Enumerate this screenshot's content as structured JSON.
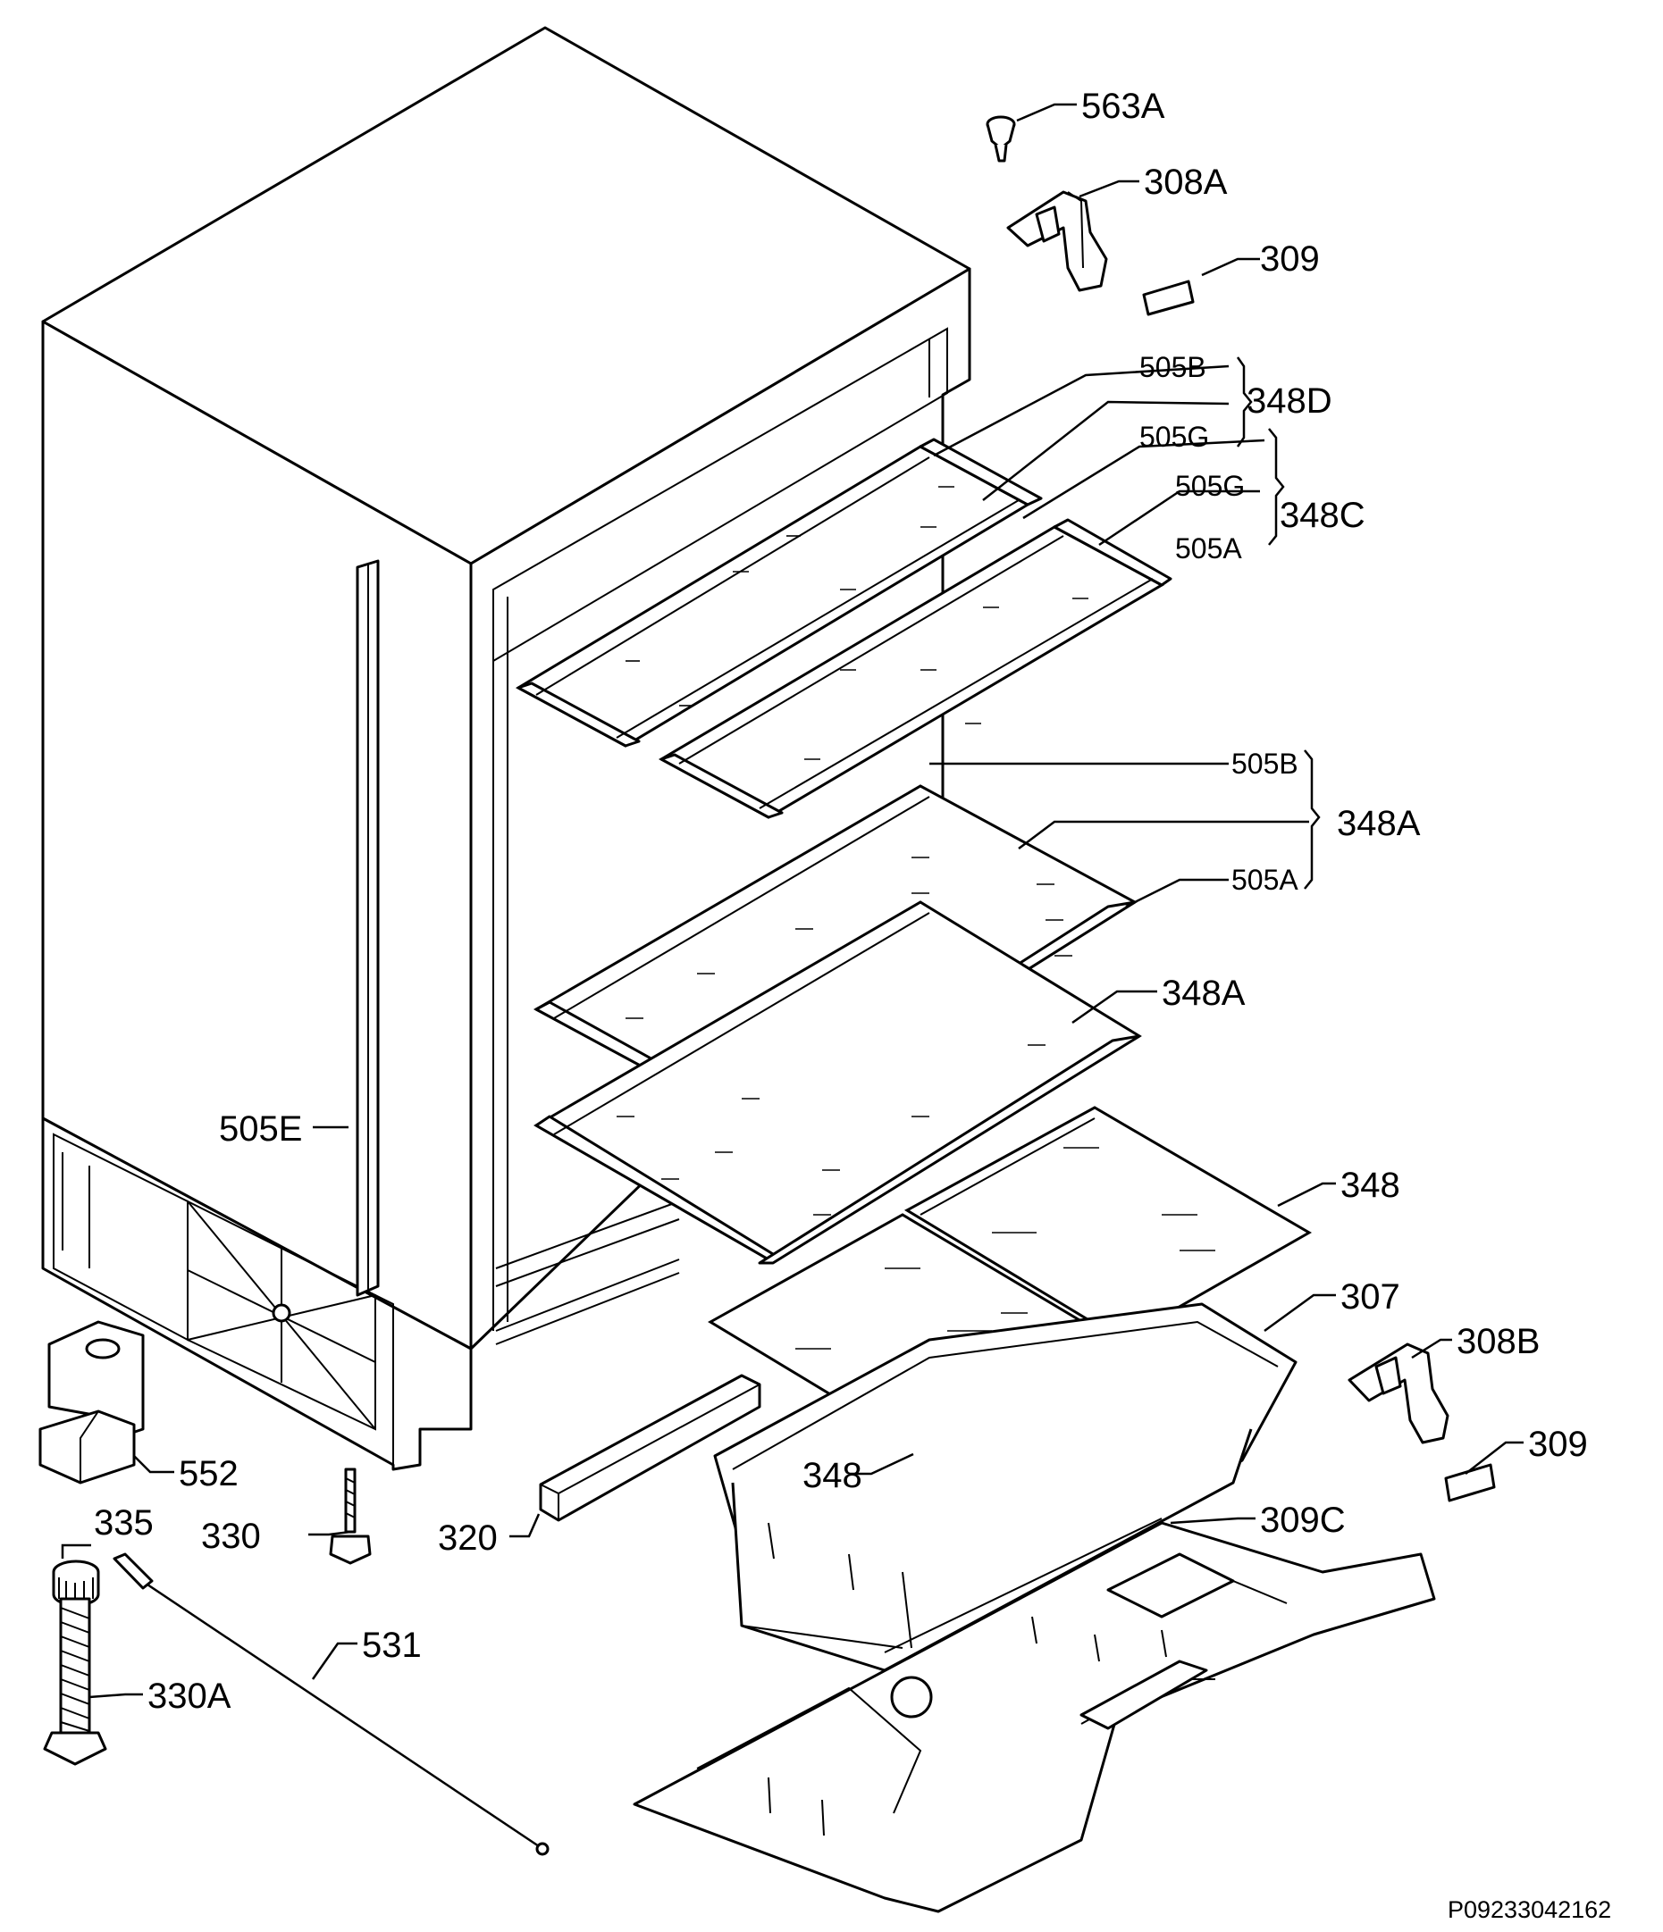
{
  "diagram": {
    "labels": {
      "p563a": "563A",
      "p308a": "308A",
      "p309_top": "309",
      "p505b_top": "505B",
      "p348d": "348D",
      "p505g_1": "505G",
      "p505g_2": "505G",
      "p348c": "348C",
      "p505a_top": "505A",
      "p505b_mid": "505B",
      "p348a_1": "348A",
      "p505a_mid": "505A",
      "p348a_2": "348A",
      "p505e": "505E",
      "p348_1": "348",
      "p307": "307",
      "p308b": "308B",
      "p309_bot": "309",
      "p552": "552",
      "p348_2": "348",
      "p335": "335",
      "p330": "330",
      "p320": "320",
      "p309c": "309C",
      "p531": "531",
      "p330a": "330A"
    },
    "reference_code": "P09233042162"
  }
}
